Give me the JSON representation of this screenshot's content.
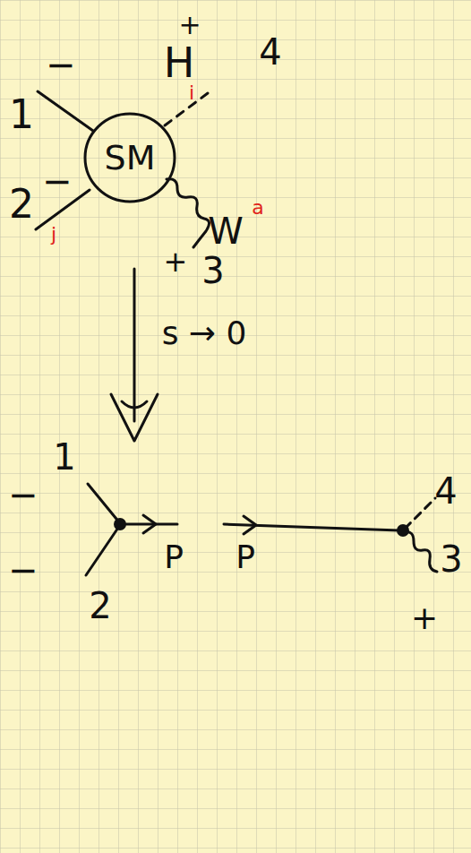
{
  "diagram": {
    "nodes": [
      {
        "text": [
          "SM"
        ]
      }
    ],
    "labels": [
      "1",
      "−",
      "H",
      "+",
      "i",
      "4",
      "−",
      "2",
      "j",
      "W",
      "a",
      "+",
      "3",
      "s → 0",
      "−",
      "1",
      "−",
      "2",
      "P",
      "P",
      "4",
      "3",
      "+"
    ]
  }
}
